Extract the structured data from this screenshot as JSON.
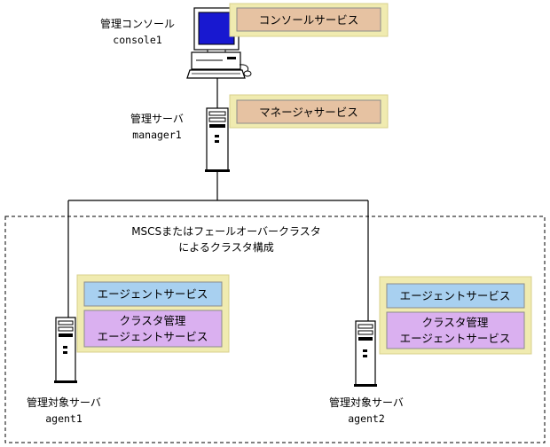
{
  "colors": {
    "panel": "#f0ebb0",
    "panel_border": "#d8d08c",
    "service_orange": "#e6c2a2",
    "service_blue": "#a8d0f0",
    "service_purple": "#dab0f0",
    "line": "#000000"
  },
  "console": {
    "title": "管理コンソール",
    "host": "console1",
    "service": "コンソールサービス"
  },
  "manager": {
    "title": "管理サーバ",
    "host": "manager1",
    "service": "マネージャサービス"
  },
  "cluster": {
    "label_line1": "MSCSまたはフェールオーバークラスタ",
    "label_line2": "によるクラスタ構成"
  },
  "agents": [
    {
      "title": "管理対象サーバ",
      "host": "agent1",
      "service_agent": "エージェントサービス",
      "service_cluster_line1": "クラスタ管理",
      "service_cluster_line2": "エージェントサービス"
    },
    {
      "title": "管理対象サーバ",
      "host": "agent2",
      "service_agent": "エージェントサービス",
      "service_cluster_line1": "クラスタ管理",
      "service_cluster_line2": "エージェントサービス"
    }
  ]
}
